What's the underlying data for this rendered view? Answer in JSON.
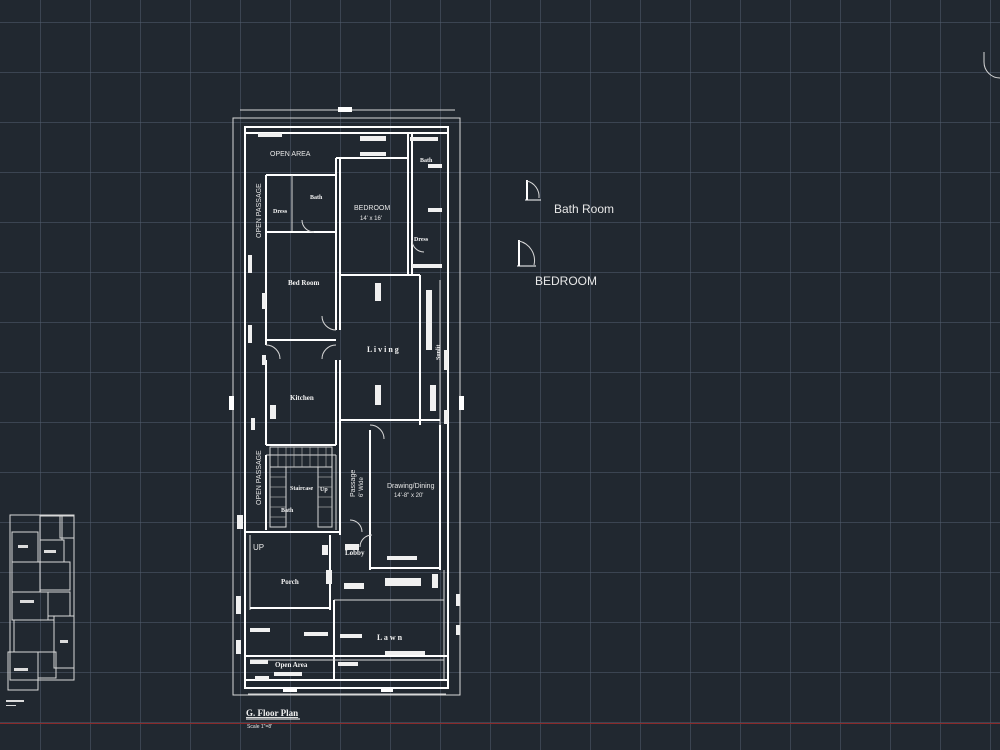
{
  "rooms": {
    "open_area_top": "OPEN AREA",
    "bath_top_right": "Bath",
    "dress_top_right": "Dress",
    "dress_left": "Dress",
    "bath_left": "Bath",
    "bedroom_main": "BEDROOM",
    "bedroom_main_dim": "14' x 16'",
    "bed_room": "Bed Room",
    "living": "L i v i n g",
    "kitchen": "Kitchen",
    "open_passage_upper": "OPEN PASSAGE",
    "open_passage_lower": "OPEN PASSAGE",
    "staircase": "Staircase",
    "up_stair": "Up",
    "bath_lower": "Bath",
    "passage": "Passage",
    "passage_dim": "6' Wide",
    "drawing_dining": "Drawing/Dining",
    "drawing_dining_dim": "14'-8\" x 20'",
    "lobby": "Lobby",
    "up_label": "UP",
    "porch": "Porch",
    "lawn": "L a w n",
    "open_area_bottom": "Open Area",
    "sunlit": "Sunlit"
  },
  "legend": {
    "bath_room": "Bath Room",
    "bedroom": "BEDROOM"
  },
  "plan_title": "G. Floor Plan",
  "plan_scale": "Scale 1\"=8'"
}
